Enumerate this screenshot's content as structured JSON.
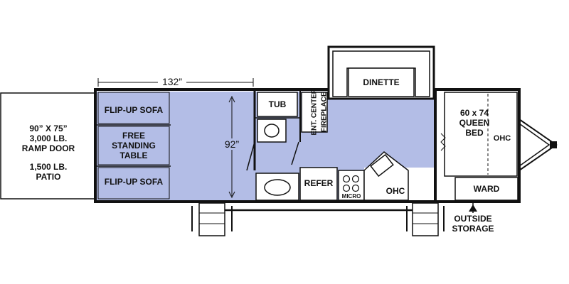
{
  "ramp": {
    "size": "90” X 75”",
    "ramp_capacity": "3,000 LB.",
    "ramp_type": "RAMP DOOR",
    "patio_capacity": "1,500 LB.",
    "patio_label": "PATIO"
  },
  "dimensions": {
    "width": "132”",
    "height": "92”"
  },
  "garage": {
    "sofa_top": "FLIP-UP SOFA",
    "table": "FREE\nSTANDING\nTABLE",
    "sofa_bottom": "FLIP-UP SOFA"
  },
  "bath": {
    "tub": "TUB"
  },
  "living": {
    "ent_center": "ENT. CENTER",
    "fireplace": "FIREPLACE",
    "dinette": "DINETTE"
  },
  "kitchen": {
    "refer": "REFER",
    "micro": "MICRO",
    "ohc": "OHC"
  },
  "bedroom": {
    "bed": "60 x 74\nQUEEN BED",
    "ohc": "OHC",
    "ward": "WARD"
  },
  "exterior": {
    "outside_storage": "OUTSIDE\nSTORAGE"
  },
  "colors": {
    "floor": "#b3bde6",
    "wall": "#111111",
    "background": "#ffffff"
  }
}
